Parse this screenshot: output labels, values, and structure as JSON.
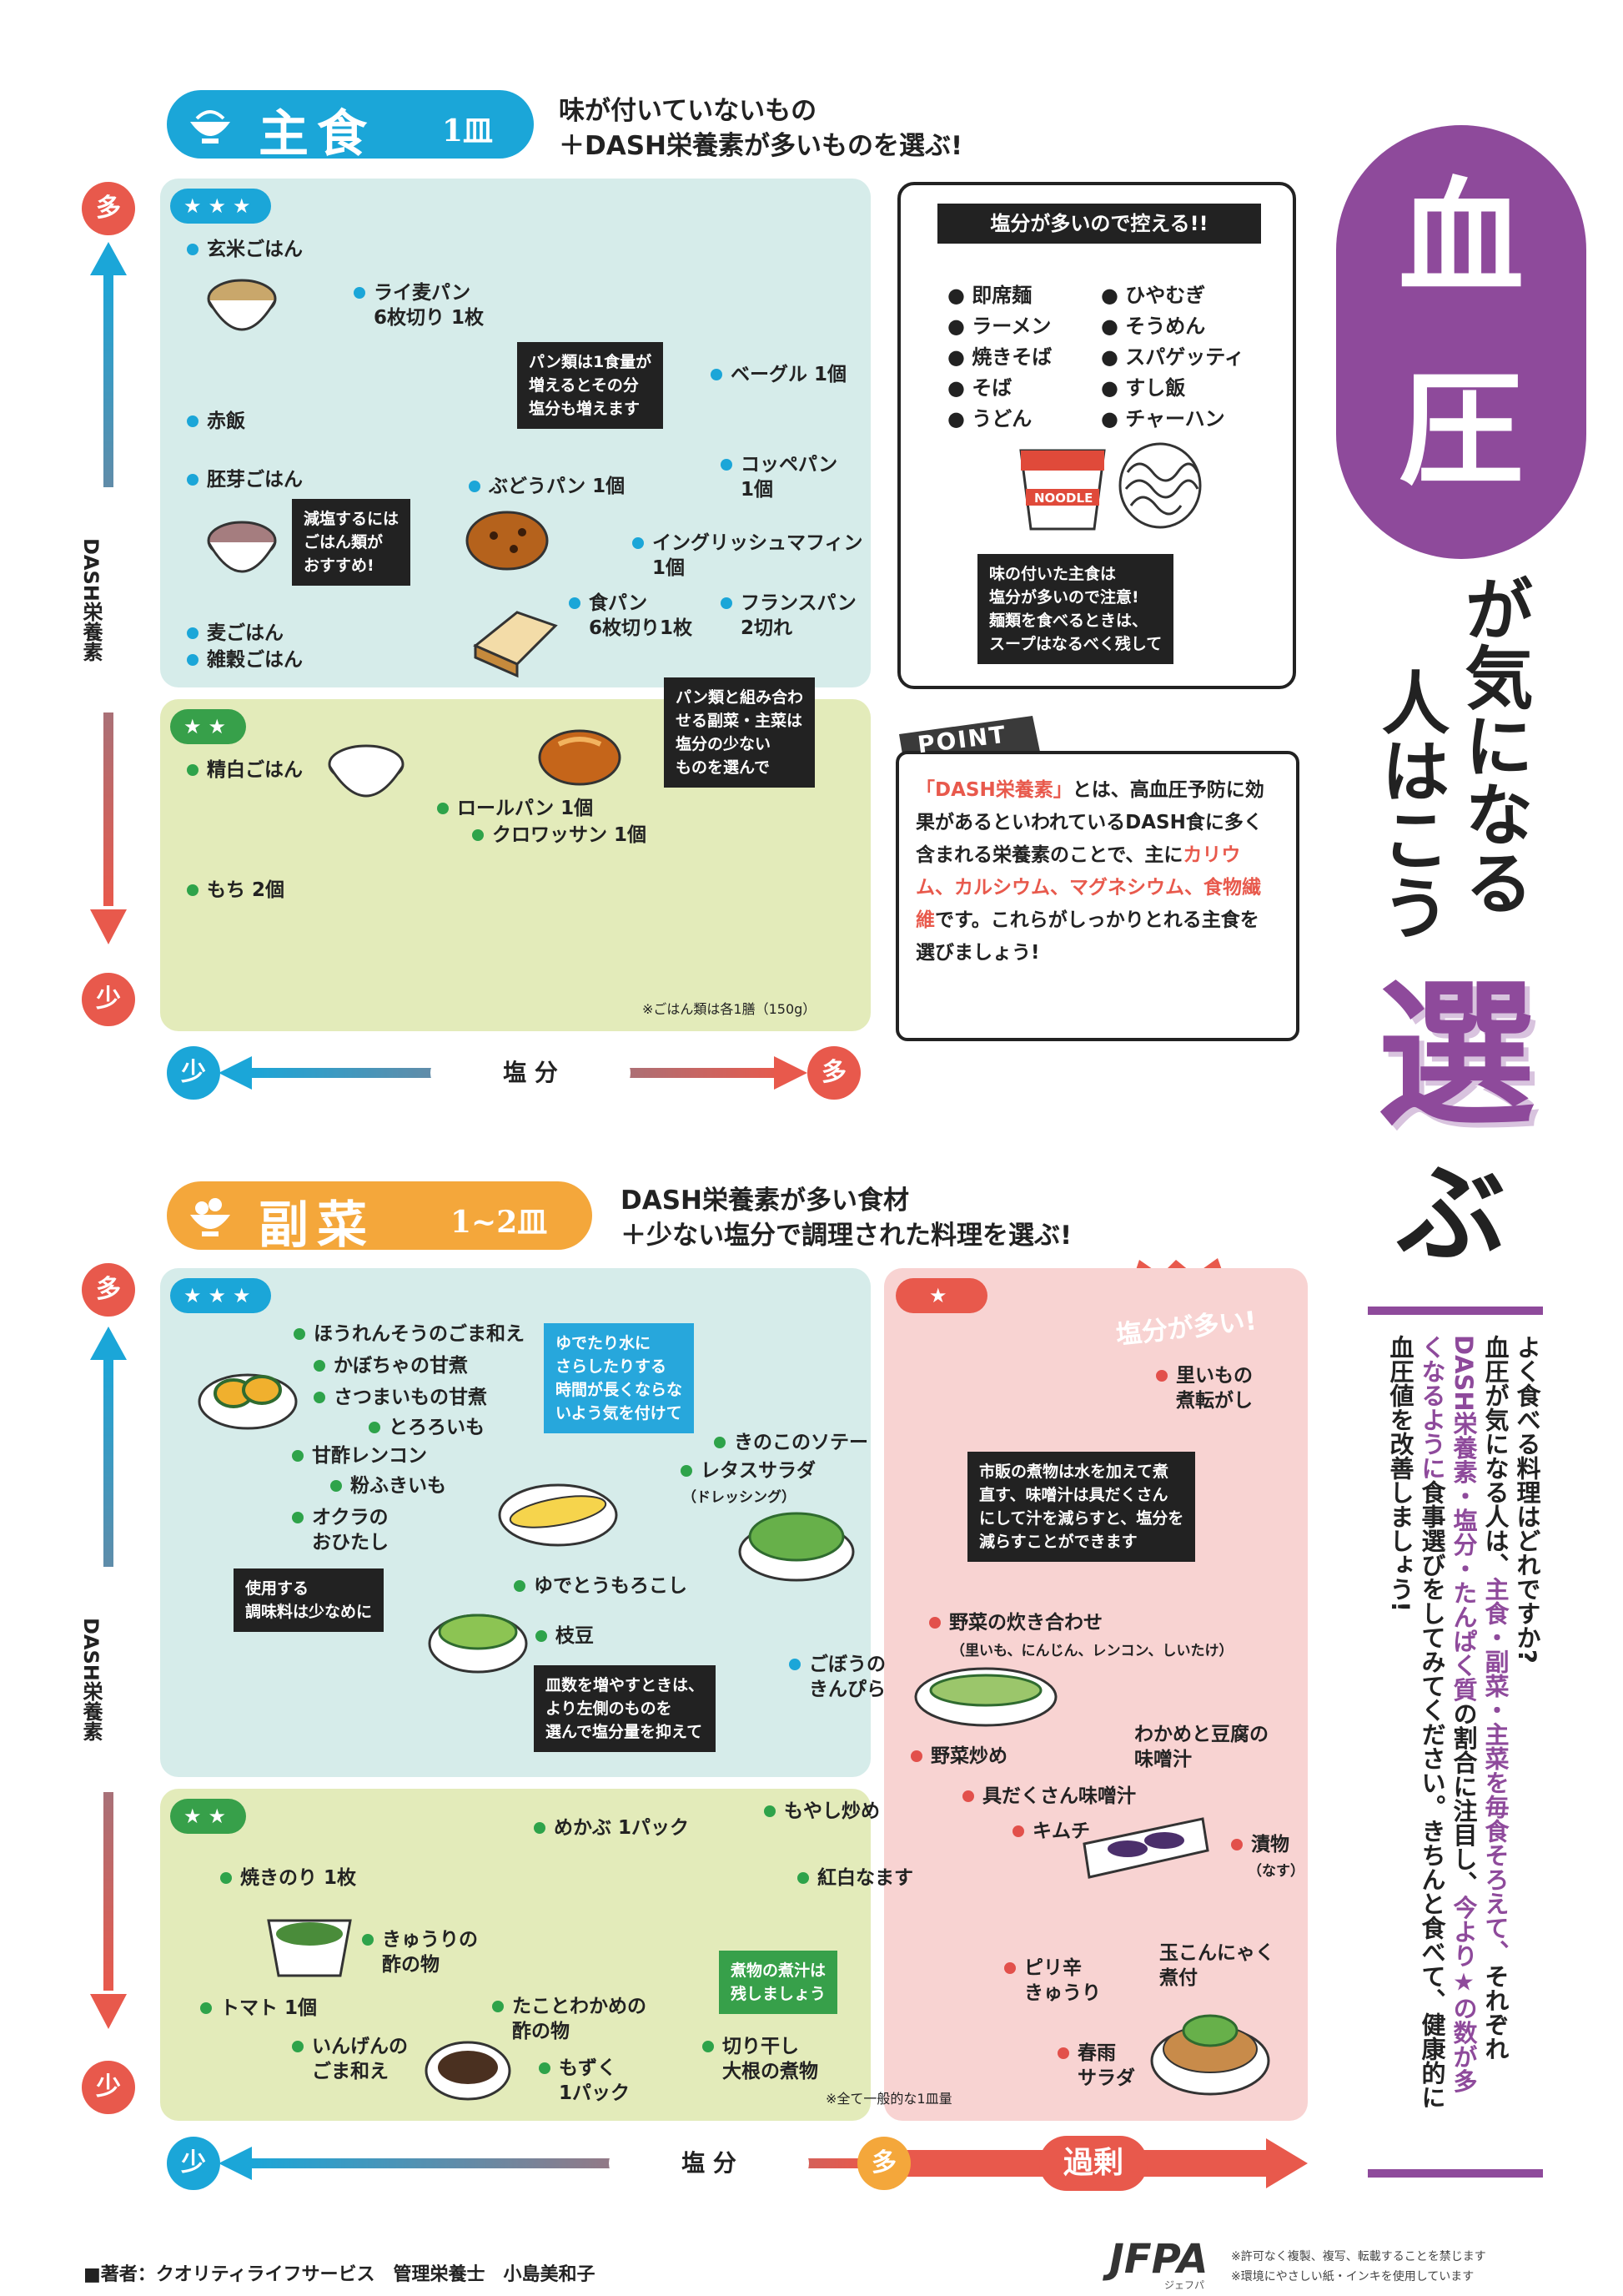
{
  "title": {
    "ketsu": "血",
    "atsu": "圧",
    "line1": "が気になる",
    "line2": "人はこう",
    "erabu": "選",
    "bu": "ぶ"
  },
  "intro": {
    "p1": "よく食べる料理はどれですか?",
    "p2a": "血圧が気になる人は、",
    "p2b": "主食・副菜・主菜を毎食そろえて、",
    "p2c": "それぞれ",
    "p3a": "DASH栄養素・塩分・たんぱく質",
    "p3b": "の割合に注目し、",
    "p3c": "今より★の数が多",
    "p4a": "くなるように",
    "p4b": "食事選びをしてみてください。きちんと食べて、健康的に",
    "p5": "血圧値を改善しましょう!"
  },
  "shushoku": {
    "title": "主食",
    "count": "1皿",
    "desc": "味が付いていないもの\n＋DASH栄養素が多いものを選ぶ!",
    "stars3": "★★★",
    "stars2": "★★",
    "axis_more": "多",
    "axis_less": "少",
    "axis_label": "DASH栄養素",
    "salt_less": "少",
    "salt_label": "塩 分",
    "salt_more": "多",
    "items3": [
      "玄米ごはん",
      "ライ麦パン\n6枚切り 1枚",
      "ベーグル 1個",
      "赤飯",
      "コッペパン\n1個",
      "胚芽ごはん",
      "ぶどうパン 1個",
      "イングリッシュマフィン\n1個",
      "食パン\n6枚切り1枚",
      "フランスパン\n2切れ",
      "麦ごはん",
      "雑穀ごはん"
    ],
    "items2": [
      "精白ごはん",
      "ロールパン 1個",
      "クロワッサン 1個",
      "もち 2個"
    ],
    "note1": "パン類は1食量が\n増えるとその分\n塩分も増えます",
    "note2": "減塩するには\nごはん類が\nおすすめ!",
    "note3": "パン類と組み合わ\nせる副菜・主菜は\n塩分の少ない\nものを選んで",
    "footnote": "※ごはん類は各1膳（150g）"
  },
  "warning": {
    "title": "塩分が多いので控える!!",
    "col1": [
      "即席麺",
      "ラーメン",
      "焼きそば",
      "そば",
      "うどん"
    ],
    "col2": [
      "ひやむぎ",
      "そうめん",
      "スパゲッティ",
      "すし飯",
      "チャーハン"
    ],
    "noodle_label": "NOODLE",
    "note": "味の付いた主食は\n塩分が多いので注意!\n麺類を食べるときは、\nスープはなるべく残して"
  },
  "point": {
    "label": "POINT",
    "t1": "「DASH栄養素」",
    "t2": "とは、高血圧予防に効果があるといわれているDASH食に多く含まれる栄養素のことで、主に",
    "t3": "カリウム、カルシウム、マグネシウム、食物繊維",
    "t4": "です。これらがしっかりとれる主食を選びましょう!"
  },
  "fukusai": {
    "title": "副菜",
    "count": "1~2皿",
    "desc": "DASH栄養素が多い食材\n＋少ない塩分で調理された料理を選ぶ!",
    "stars3": "★★★",
    "stars2": "★★",
    "stars1": "★",
    "salt_burst": "塩分が多い!",
    "axis_more": "多",
    "axis_less": "少",
    "axis_label": "DASH栄養素",
    "salt_less": "少",
    "salt_label": "塩 分",
    "salt_more": "多",
    "excess": "過剰",
    "items3": [
      "ほうれんそうのごま和え",
      "かぼちゃの甘煮",
      "さつまいもの甘煮",
      "とろろいも",
      "甘酢レンコン",
      "粉ふきいも",
      "オクラの\nおひたし",
      "きのこのソテー",
      "レタスサラダ",
      "ゆでとうもろこし",
      "枝豆",
      "ごぼうの\nきんぴら"
    ],
    "dressing": "（ドレッシング）",
    "items2": [
      "めかぶ 1パック",
      "もやし炒め",
      "焼きのり 1枚",
      "紅白なます",
      "きゅうりの\n酢の物",
      "トマト 1個",
      "たことわかめの\n酢の物",
      "いんげんの\nごま和え",
      "もずく\n1パック",
      "切り干し\n大根の煮物"
    ],
    "items1": [
      "里いもの\n煮転がし",
      "野菜の炊き合わせ",
      "野菜炒め",
      "具だくさん味噌汁",
      "キムチ",
      "ピリ辛\nきゅうり",
      "春雨\nサラダ",
      "わかめと豆腐の\n味噌汁",
      "漬物",
      "玉こんにゃく\n煮付"
    ],
    "items1_sub": "（里いも、にんじん、レンコン、しいたけ）",
    "natsu": "（なす）",
    "note1": "ゆでたり水に\nさらしたりする\n時間が長くならな\nいよう気を付けて",
    "note2": "使用する\n調味料は少なめに",
    "note3": "皿数を増やすときは、\nより左側のものを\n選んで塩分量を抑えて",
    "note4": "市販の煮物は水を加えて煮\n直す、味噌汁は具だくさん\nにして汁を減らすと、塩分を\n減らすことができます",
    "note5": "煮物の煮汁は\n残しましょう",
    "footnote": "※全て一般的な1皿量"
  },
  "footer": {
    "author": "■著者：クオリティライフサービス　管理栄養士　小島美和子",
    "logo": "JFPA",
    "logo_sub": "ジェフパ",
    "legal1": "※許可なく複製、複写、転載することを禁じます",
    "legal2": "※環境にやさしい紙・インキを使用しています"
  },
  "colors": {
    "blue": "#1ba6d8",
    "orange": "#f4a73b",
    "red": "#e8594c",
    "purple": "#8e4a9b",
    "panel_blue": "#d6ecea",
    "panel_green": "#e3ebba",
    "panel_pink": "#f8d3d2"
  }
}
